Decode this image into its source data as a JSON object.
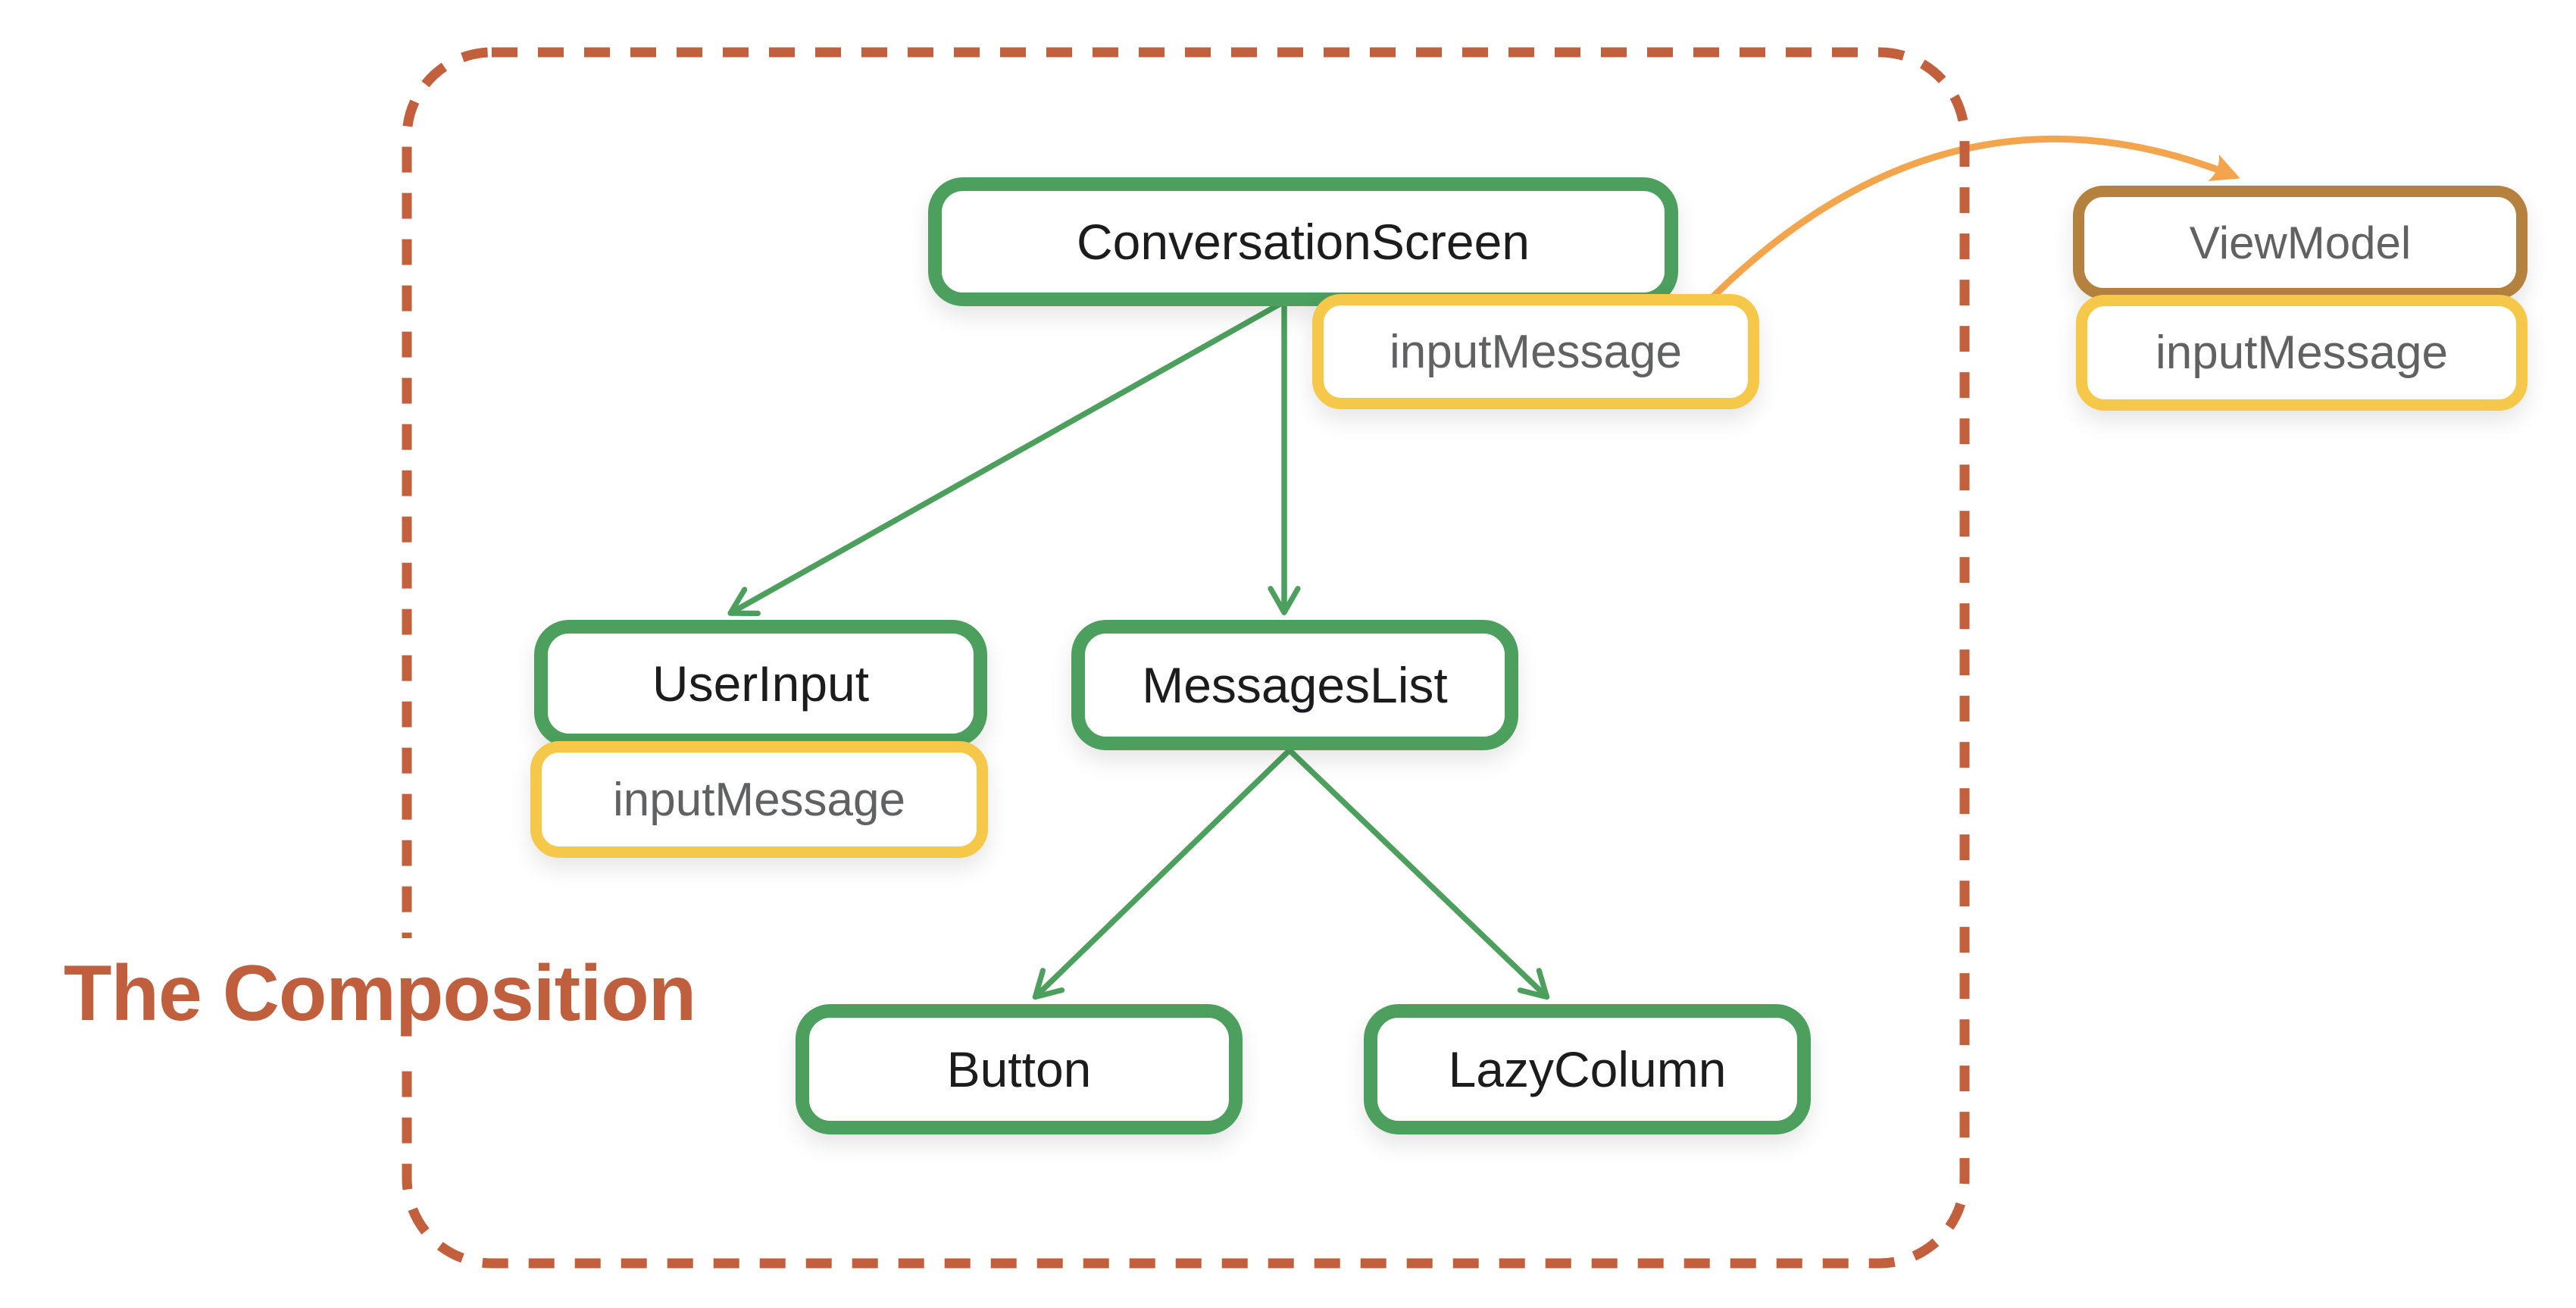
{
  "diagram": {
    "title": "The Composition",
    "nodes": {
      "conversation_screen": {
        "label": "ConversationScreen",
        "state": "inputMessage"
      },
      "user_input": {
        "label": "UserInput",
        "state": "inputMessage"
      },
      "messages_list": {
        "label": "MessagesList"
      },
      "button": {
        "label": "Button"
      },
      "lazy_column": {
        "label": "LazyColumn"
      },
      "view_model": {
        "label": "ViewModel",
        "state": "inputMessage"
      }
    },
    "edges": [
      {
        "from": "ConversationScreen",
        "to": "UserInput",
        "style": "green-arrow"
      },
      {
        "from": "ConversationScreen",
        "to": "MessagesList",
        "style": "green-arrow"
      },
      {
        "from": "MessagesList",
        "to": "Button",
        "style": "green-arrow"
      },
      {
        "from": "MessagesList",
        "to": "LazyColumn",
        "style": "green-arrow"
      },
      {
        "from": "ConversationScreen",
        "to": "ViewModel",
        "style": "orange-curve-arrow"
      }
    ],
    "colors": {
      "composition_dash": "#c2603e",
      "composition_text": "#c05f3d",
      "component_border": "#4d9f5e",
      "state_border": "#f6c84a",
      "viewmodel_border": "#b5813f",
      "hoist_arrow": "#f2a54d",
      "component_text": "#1c1c1e",
      "state_text": "#5f6163"
    }
  }
}
